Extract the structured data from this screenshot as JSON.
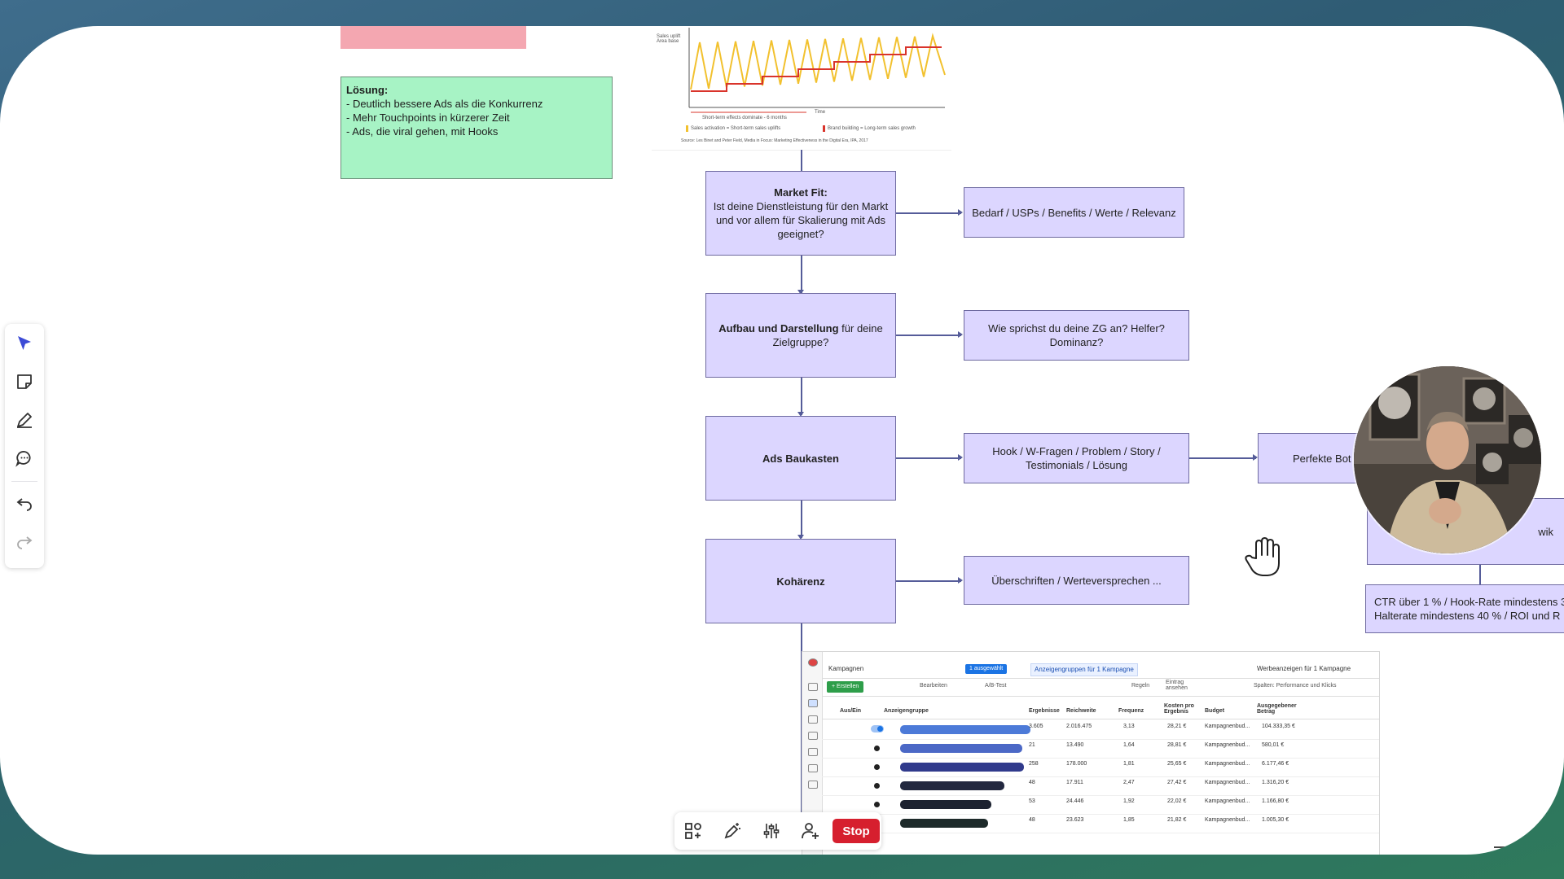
{
  "sticky_note": {
    "title": "Lösung:",
    "lines": [
      "- Deutlich bessere Ads als die Konkurrenz",
      "- Mehr Touchpoints in kürzerer Zeit",
      "- Ads, die viral gehen, mit Hooks"
    ]
  },
  "flowchart": {
    "market_fit": {
      "title": "Market Fit:",
      "text": "Ist deine Dienstleistung für den Markt und vor allem für Skalierung mit Ads geeignet?"
    },
    "aufbau": {
      "bold": "Aufbau und Darstellung",
      "text": " für deine Zielgruppe?"
    },
    "ads_baukasten": "Ads Baukasten",
    "koharenz": "Kohärenz",
    "side_market_fit": "Bedarf / USPs / Benefits / Werte / Relevanz",
    "side_aufbau": "Wie sprichst du deine ZG an? Helfer? Dominanz?",
    "side_ads": "Hook / W-Fragen / Problem / Story / Testimonials / Lösung",
    "side_koharenz": "Überschriften / Werteversprechen ...",
    "perfekte": "Perfekte Bot",
    "ctr": "CTR über 1 % / Hook-Rate mindestens 3",
    "halterate": "Halterate mindestens 40 % / ROI und R",
    "partial_right": "wik"
  },
  "ads_manager": {
    "tabs": [
      "Kampagnen",
      "1 ausgewählt",
      "Anzeigengruppen für 1 Kampagne",
      "Werbeanzeigen für 1 Kampagne"
    ],
    "create_label": "+ Erstellen",
    "actions": [
      "Bearbeiten",
      "A/B-Test",
      "Regeln",
      "Eintrag ansehen",
      "Spalten: Performance und Klicks"
    ],
    "columns": [
      "Aus/Ein",
      "Anzeigengruppe",
      "Ergebnisse",
      "Reichweite",
      "Frequenz",
      "Kosten pro Ergebnis",
      "Budget",
      "Ausgegebener Betrag"
    ],
    "rows": [
      {
        "ergebnisse": "3.605",
        "reichweite": "2.016.475",
        "frequenz": "3,13",
        "kosten": "28,21 €",
        "budget": "Kampagnenbud...",
        "ausgegeben": "104.333,35 €"
      },
      {
        "ergebnisse": "21",
        "reichweite": "13.490",
        "frequenz": "1,64",
        "kosten": "28,81 €",
        "budget": "Kampagnenbud...",
        "ausgegeben": "580,01 €"
      },
      {
        "ergebnisse": "258",
        "reichweite": "178.000",
        "frequenz": "1,81",
        "kosten": "25,65 €",
        "budget": "Kampagnenbud...",
        "ausgegeben": "6.177,46 €"
      },
      {
        "ergebnisse": "48",
        "reichweite": "17.911",
        "frequenz": "2,47",
        "kosten": "27,42 €",
        "budget": "Kampagnenbud...",
        "ausgegeben": "1.316,20 €"
      },
      {
        "ergebnisse": "53",
        "reichweite": "24.446",
        "frequenz": "1,92",
        "kosten": "22,02 €",
        "budget": "Kampagnenbud...",
        "ausgegeben": "1.166,80 €"
      },
      {
        "ergebnisse": "48",
        "reichweite": "23.623",
        "frequenz": "1,85",
        "kosten": "21,82 €",
        "budget": "Kampagnenbud...",
        "ausgegeben": "1.005,30 €"
      }
    ],
    "redaction_colors": [
      "#4c7ad8",
      "#4b68c6",
      "#303a8c",
      "#22283f",
      "#1c2230",
      "#1d2a2a"
    ]
  },
  "chart_image": {
    "left_label": "Sales uplift Area base",
    "axis_label": "Time",
    "bottom_caption": "Short-term effects dominate - 6 months",
    "legend": [
      "Sales activation = Short-term sales uplifts",
      "Brand building = Long-term sales growth"
    ],
    "source": "Source: Les Binet and Peter Field, Media in Focus: Marketing Effectiveness in the Digital Era, IPA, 2017",
    "colors": {
      "short": "#f2c12e",
      "long": "#d9342b"
    }
  },
  "bottom_toolbar": {
    "stop_label": "Stop",
    "icons": [
      "shapes-icon",
      "magic-pen-icon",
      "sliders-icon",
      "add-user-icon"
    ]
  },
  "left_toolbar": {
    "icons": [
      "select-arrow-icon",
      "sticky-note-icon",
      "pen-icon",
      "comment-icon",
      "undo-icon",
      "redo-icon"
    ]
  },
  "colors": {
    "node_fill": "#dcd6ff",
    "sticky_green": "#a7f3c5",
    "sticky_pink": "#f4a7b1",
    "accent": "#3c4bd6",
    "stop": "#d61f2e"
  }
}
